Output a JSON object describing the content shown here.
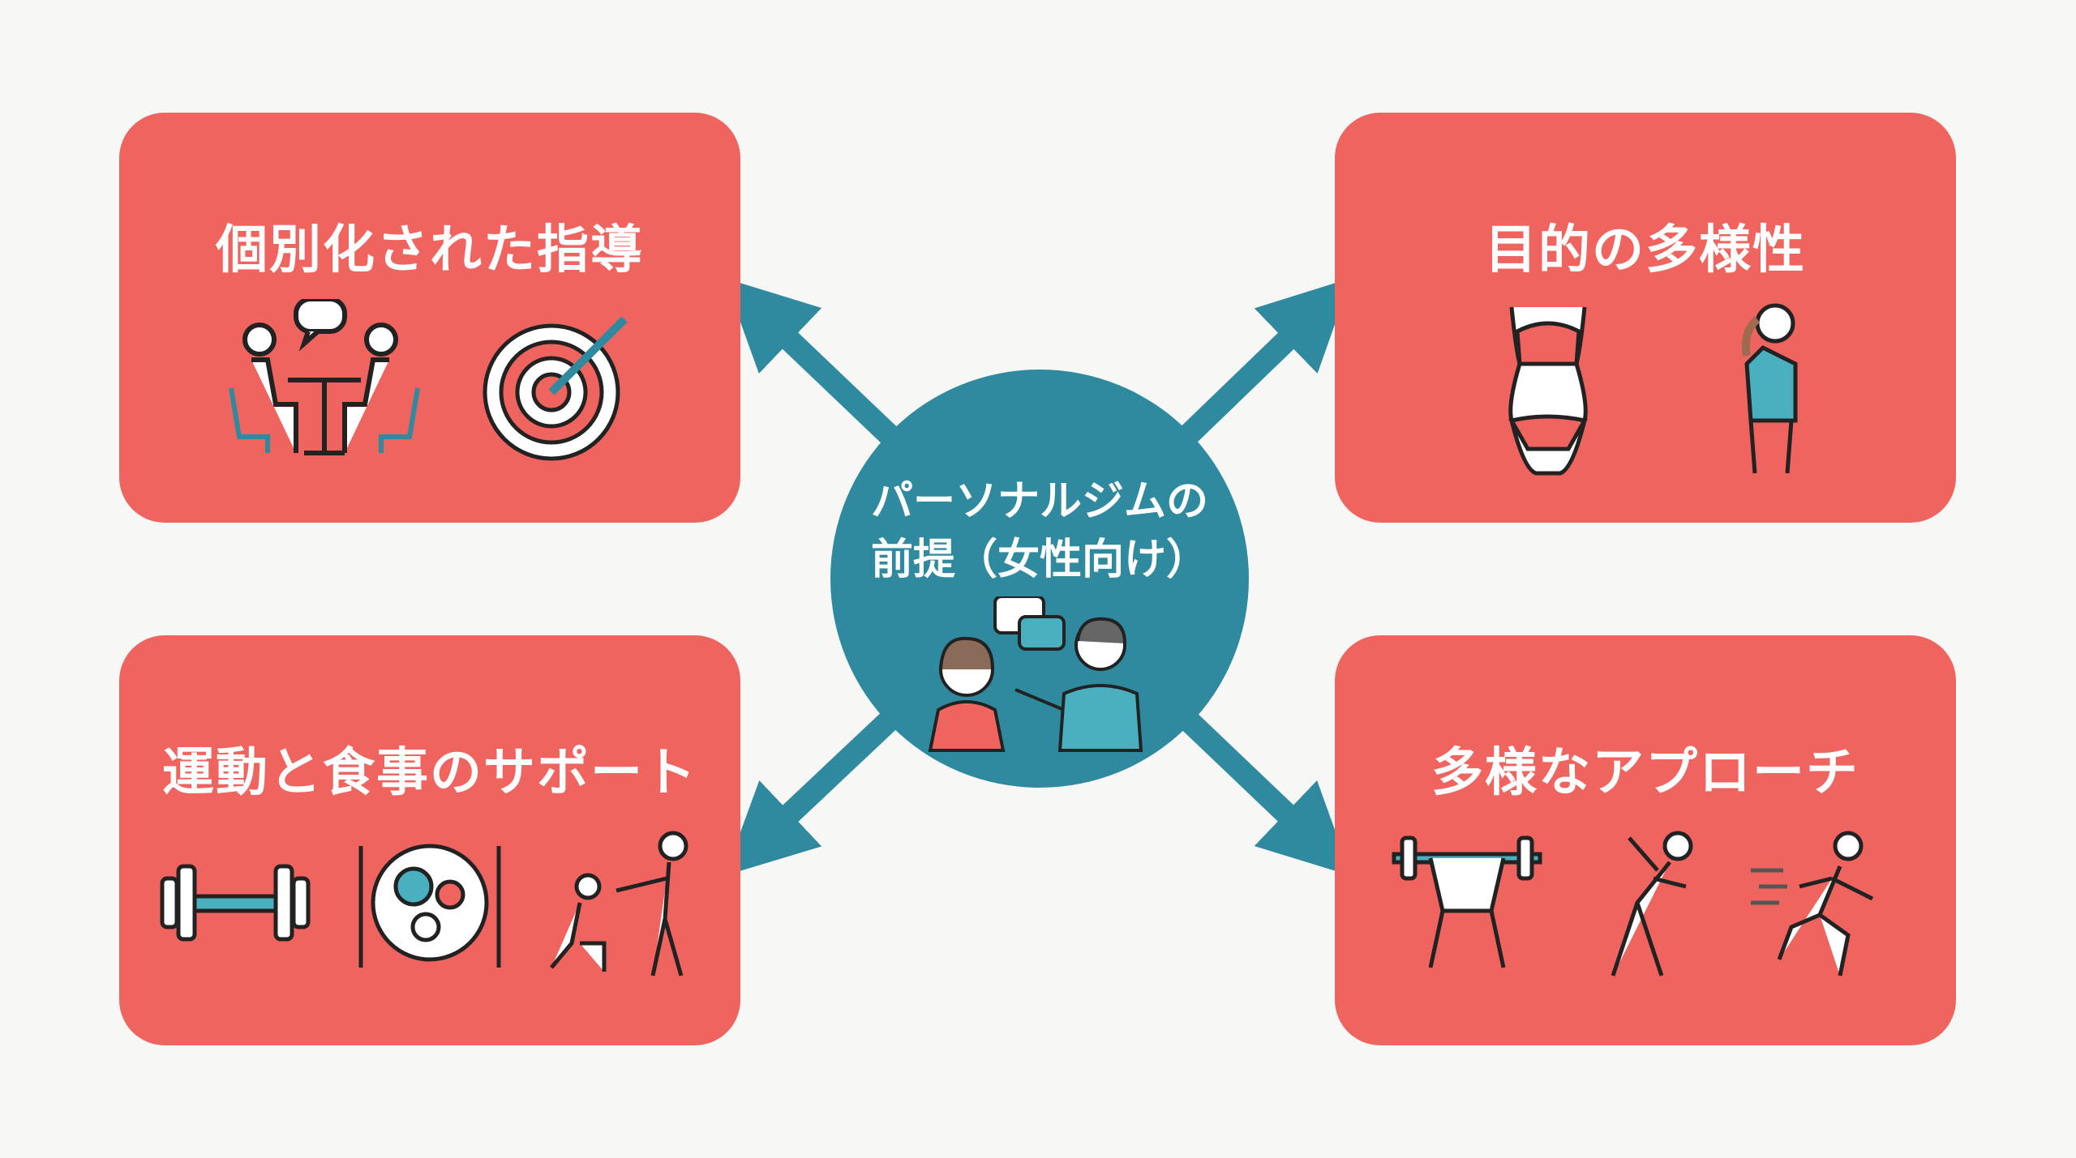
{
  "center": {
    "line1": "パーソナルジムの",
    "line2": "前提（女性向け）",
    "icon": "trainer-client-conversation-icon"
  },
  "boxes": [
    {
      "title": "個別化された指導",
      "icons": [
        "one-on-one-meeting-icon",
        "target-icon"
      ]
    },
    {
      "title": "目的の多様性",
      "icons": [
        "body-shape-icon",
        "posture-icon"
      ]
    },
    {
      "title": "運動と食事のサポート",
      "icons": [
        "dumbbell-icon",
        "meal-plate-icon",
        "trainer-assist-icon"
      ]
    },
    {
      "title": "多様なアプローチ",
      "icons": [
        "weightlifting-icon",
        "stretching-icon",
        "running-icon"
      ]
    }
  ],
  "colors": {
    "box": "#f0645f",
    "hub": "#2f8aa0",
    "background": "#f7f7f5"
  }
}
